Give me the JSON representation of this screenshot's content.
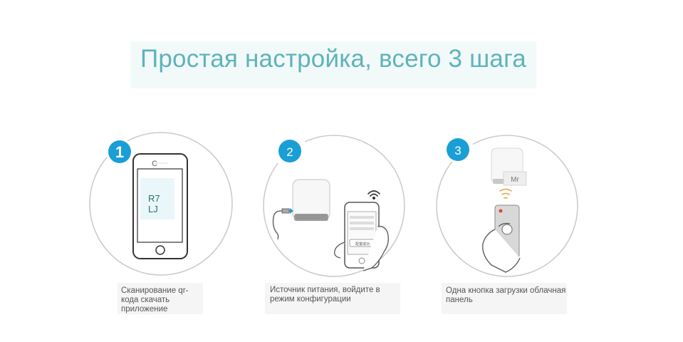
{
  "title": "Простая настройка, всего 3 шага",
  "steps": [
    {
      "number": "1",
      "caption": "Сканирование qr-кода скачать приложение",
      "phone_top_letter": "C",
      "screen_lines": [
        "R7",
        "LJ"
      ]
    },
    {
      "number": "2",
      "caption": "Источник питания, войдите в режим конфигурации",
      "phone_button_text": "配置成功"
    },
    {
      "number": "3",
      "caption": "Одна кнопка загрузки облачная панель",
      "device_label": "Mr"
    }
  ],
  "colors": {
    "accent": "#1a9ed6",
    "title": "#5fb3bb"
  }
}
